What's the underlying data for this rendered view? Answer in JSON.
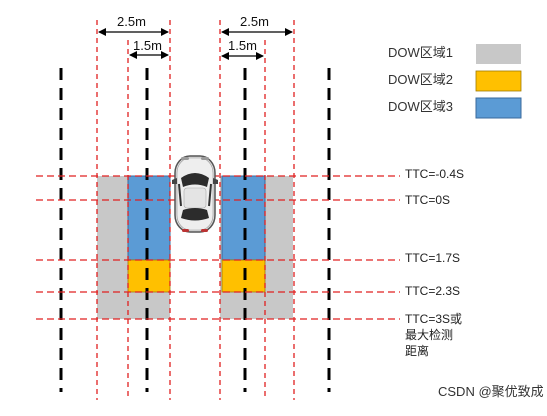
{
  "dimensions": {
    "outer": "2.5m",
    "inner": "1.5m"
  },
  "legend": [
    {
      "label": "DOW区域1",
      "color": "#c8c8c8"
    },
    {
      "label": "DOW区域2",
      "color": "#ffc000"
    },
    {
      "label": "DOW区域3",
      "color": "#5b9bd5"
    }
  ],
  "ttc_labels": [
    "TTC=-0.4S",
    "TTC=0S",
    "TTC=1.7S",
    "TTC=2.3S",
    "TTC=3S或",
    "最大检测",
    "距离"
  ],
  "watermark": "CSDN @聚优致成",
  "colors": {
    "guide_red": "#e02020",
    "lane_black": "#000000",
    "zone1": "#c8c8c8",
    "zone2": "#ffc000",
    "zone3": "#5b9bd5",
    "zone_stroke": "#3a6a9c"
  },
  "icons": {
    "vehicle": "car-top-view-icon",
    "arrow": "double-arrow-icon"
  }
}
